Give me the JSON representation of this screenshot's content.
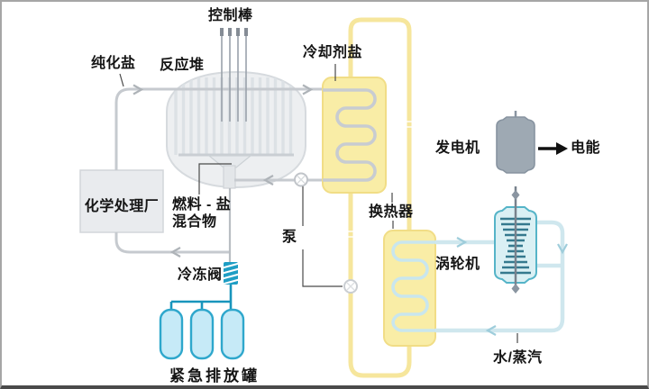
{
  "labels": {
    "control_rods": "控制棒",
    "purified_salt": "纯化盐",
    "reactor": "反应堆",
    "coolant_salt": "冷却剂盐",
    "chemical_plant": "化学处理厂",
    "fuel_salt_line1": "燃料 - 盐",
    "fuel_salt_line2": "混合物",
    "pump": "泵",
    "heat_exchanger": "换热器",
    "freeze_valve": "冷冻阀",
    "emergency_drain_tanks": "紧急排放罐",
    "generator": "发电机",
    "electric_energy": "电能",
    "turbine": "涡轮机",
    "water_steam": "水/蒸汽"
  },
  "colors": {
    "fuel_pipe_gray": "#c6cacf",
    "coolant_pipe_yellow": "#f6e69c",
    "coolant_box_yellow": "#f9eda6",
    "steam_pipe_blue": "#cfe7ee",
    "drain_teal": "#1895bc",
    "tank_fill": "#c6eaf7",
    "generator_gray": "#9ea9b3",
    "turbine_fill": "#daf0f4",
    "text": "#141414"
  }
}
